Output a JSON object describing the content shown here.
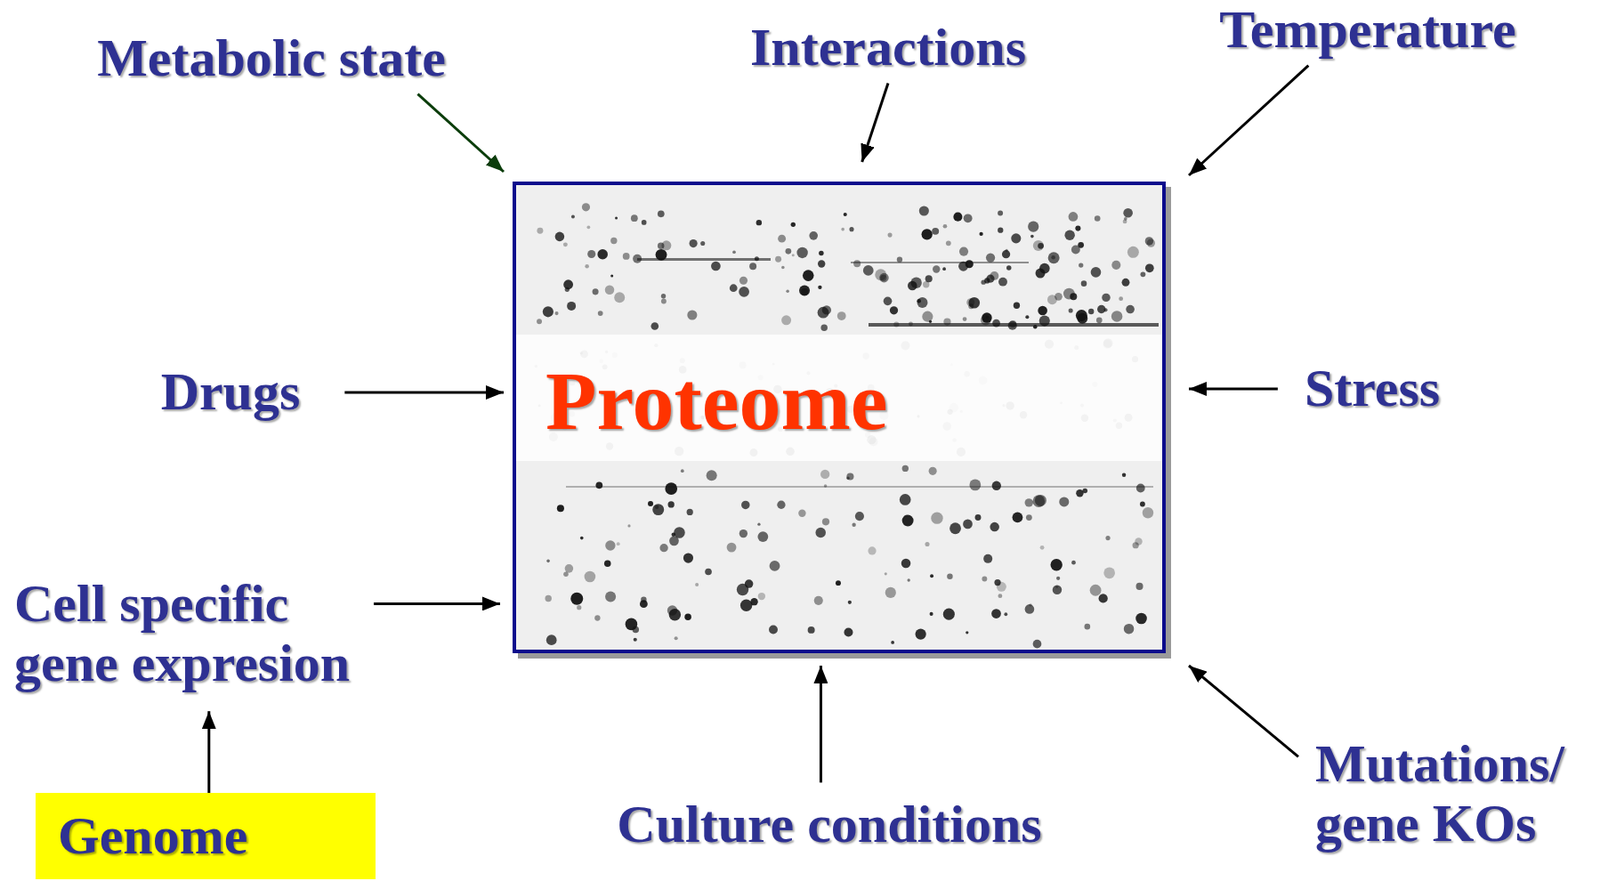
{
  "diagram": {
    "nodes": [
      {
        "text": [
          "Metabolic state"
        ]
      },
      {
        "text": [
          "Interactions"
        ]
      },
      {
        "text": [
          "Temperature"
        ]
      },
      {
        "text": [
          "Proteome"
        ]
      },
      {
        "text": [
          "Drugs"
        ]
      },
      {
        "text": [
          "Stress"
        ]
      },
      {
        "text": [
          "Cell specific gene expresion"
        ]
      },
      {
        "text": [
          "Mutations/ gene KOs"
        ]
      },
      {
        "text": [
          "Culture conditions"
        ]
      },
      {
        "text": [
          "Genome"
        ]
      }
    ],
    "edges": [
      {
        "from": 0,
        "to": 3,
        "arrow": "to"
      },
      {
        "from": 1,
        "to": 3,
        "arrow": "to"
      },
      {
        "from": 2,
        "to": 3,
        "arrow": "to"
      },
      {
        "from": 4,
        "to": 3,
        "arrow": "to"
      },
      {
        "from": 5,
        "to": 3,
        "arrow": "to"
      },
      {
        "from": 6,
        "to": 3,
        "arrow": "to"
      },
      {
        "from": 8,
        "to": 3,
        "arrow": "to"
      },
      {
        "from": 7,
        "to": 3,
        "arrow": "to"
      },
      {
        "from": 9,
        "to": 6,
        "arrow": "to"
      }
    ]
  }
}
